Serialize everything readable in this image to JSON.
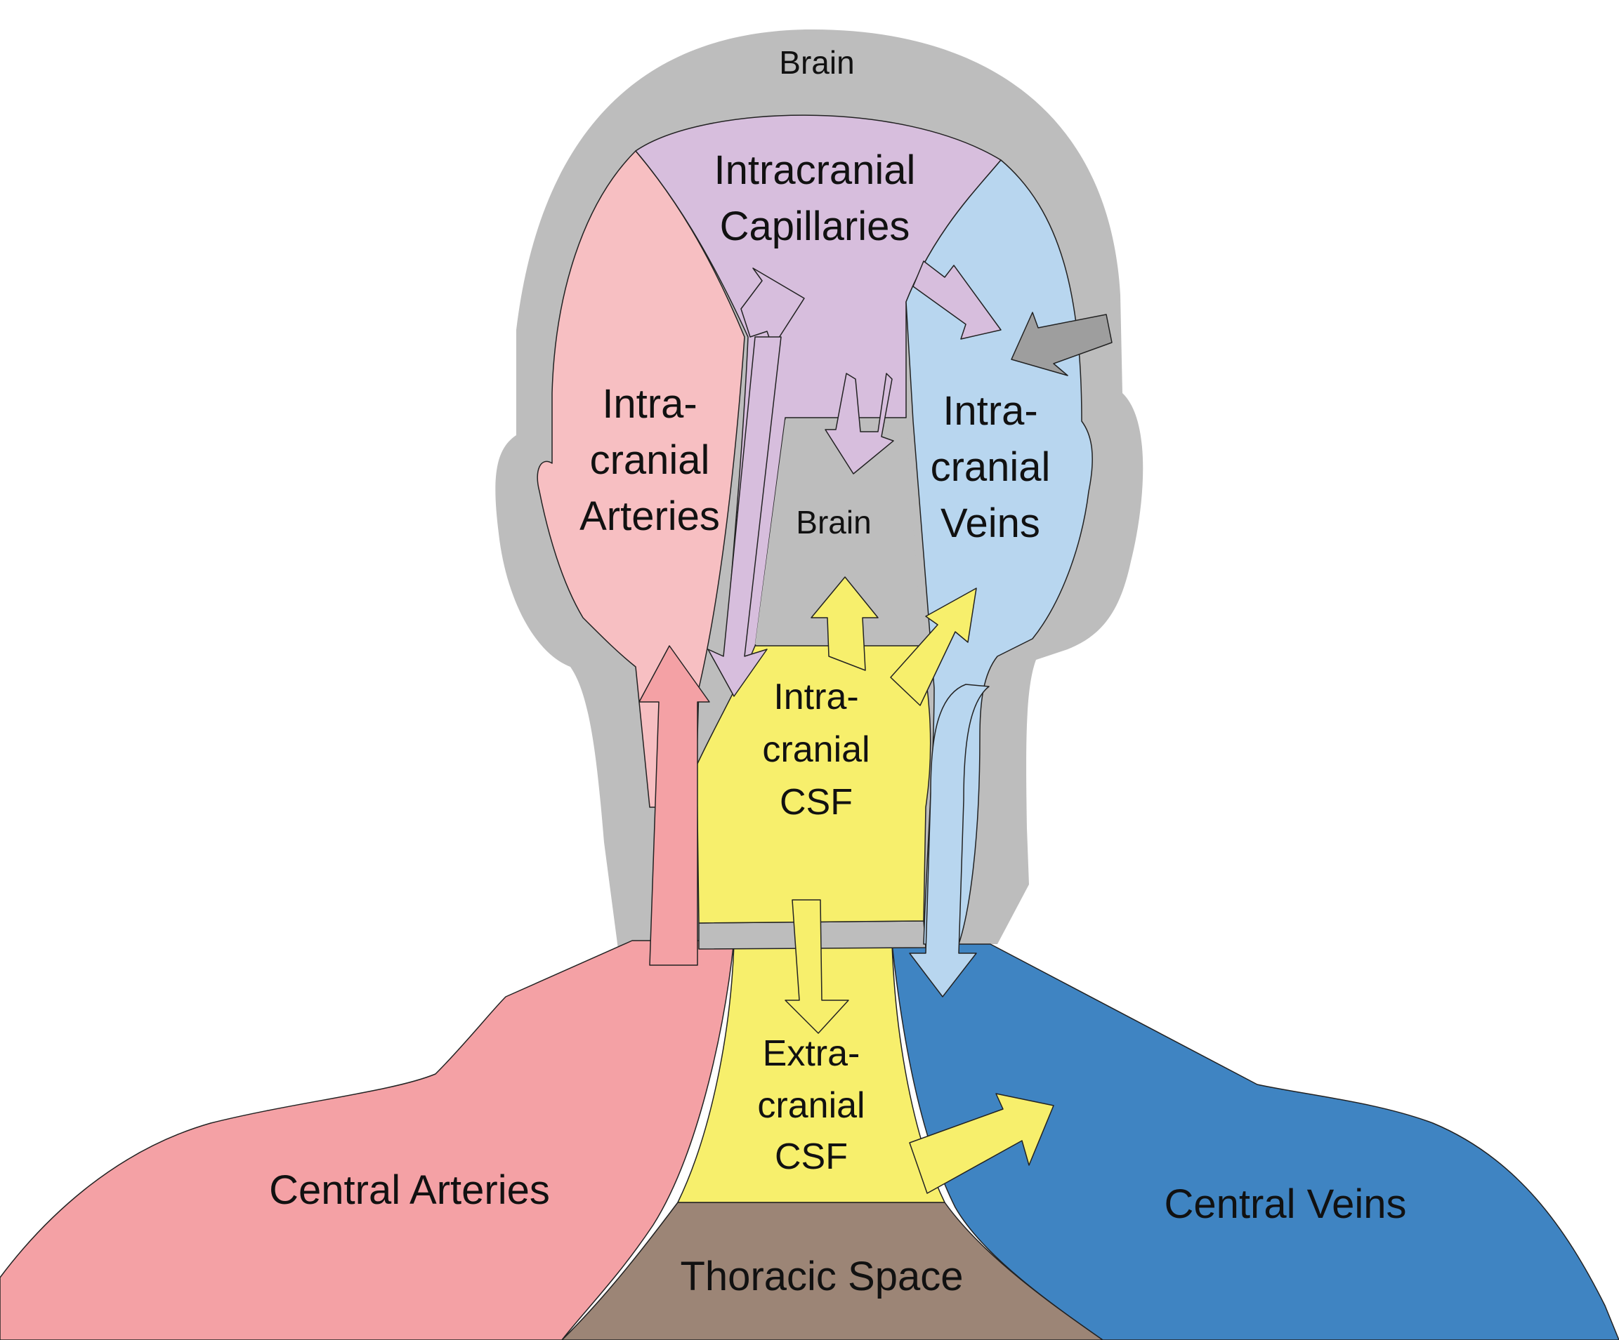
{
  "colors": {
    "brain_gray": "#bdbdbd",
    "intracranial_arteries": "#f7bfc2",
    "intracranial_capillaries": "#d7bedd",
    "intracranial_veins": "#b8d6ef",
    "csf_yellow": "#f7ef6c",
    "central_arteries": "#f4a1a5",
    "central_veins": "#3f84c2",
    "thoracic_space": "#9c8576",
    "compliance_arrow_gray": "#9e9e9e"
  },
  "labels": {
    "brain_top": "Brain",
    "capillaries_1": "Intracranial",
    "capillaries_2": "Capillaries",
    "arteries_1": "Intra-",
    "arteries_2": "cranial",
    "arteries_3": "Arteries",
    "brain_center": "Brain",
    "veins_1": "Intra-",
    "veins_2": "cranial",
    "veins_3": "Veins",
    "csf_in_1": "Intra-",
    "csf_in_2": "cranial",
    "csf_in_3": "CSF",
    "csf_ex_1": "Extra-",
    "csf_ex_2": "cranial",
    "csf_ex_3": "CSF",
    "central_arteries": "Central Arteries",
    "central_veins": "Central Veins",
    "thoracic_space": "Thoracic Space"
  },
  "icons": {
    "arrow_artery_to_capillaries": "flow-arrow-icon",
    "arrow_capillaries_to_csf": "flow-arrow-icon",
    "arrow_capillaries_to_brain": "flow-arrow-icon",
    "arrow_capillaries_to_veins": "flow-arrow-icon",
    "arrow_external_to_veins": "flow-arrow-icon",
    "arrow_csf_to_brain": "flow-arrow-icon",
    "arrow_csf_to_veins": "flow-arrow-icon",
    "arrow_central_to_intracranial_arteries": "flow-arrow-icon",
    "arrow_veins_to_central": "flow-arrow-icon",
    "arrow_csf_to_extracranial": "flow-arrow-icon",
    "arrow_extracranial_csf_to_central_veins": "flow-arrow-icon"
  }
}
